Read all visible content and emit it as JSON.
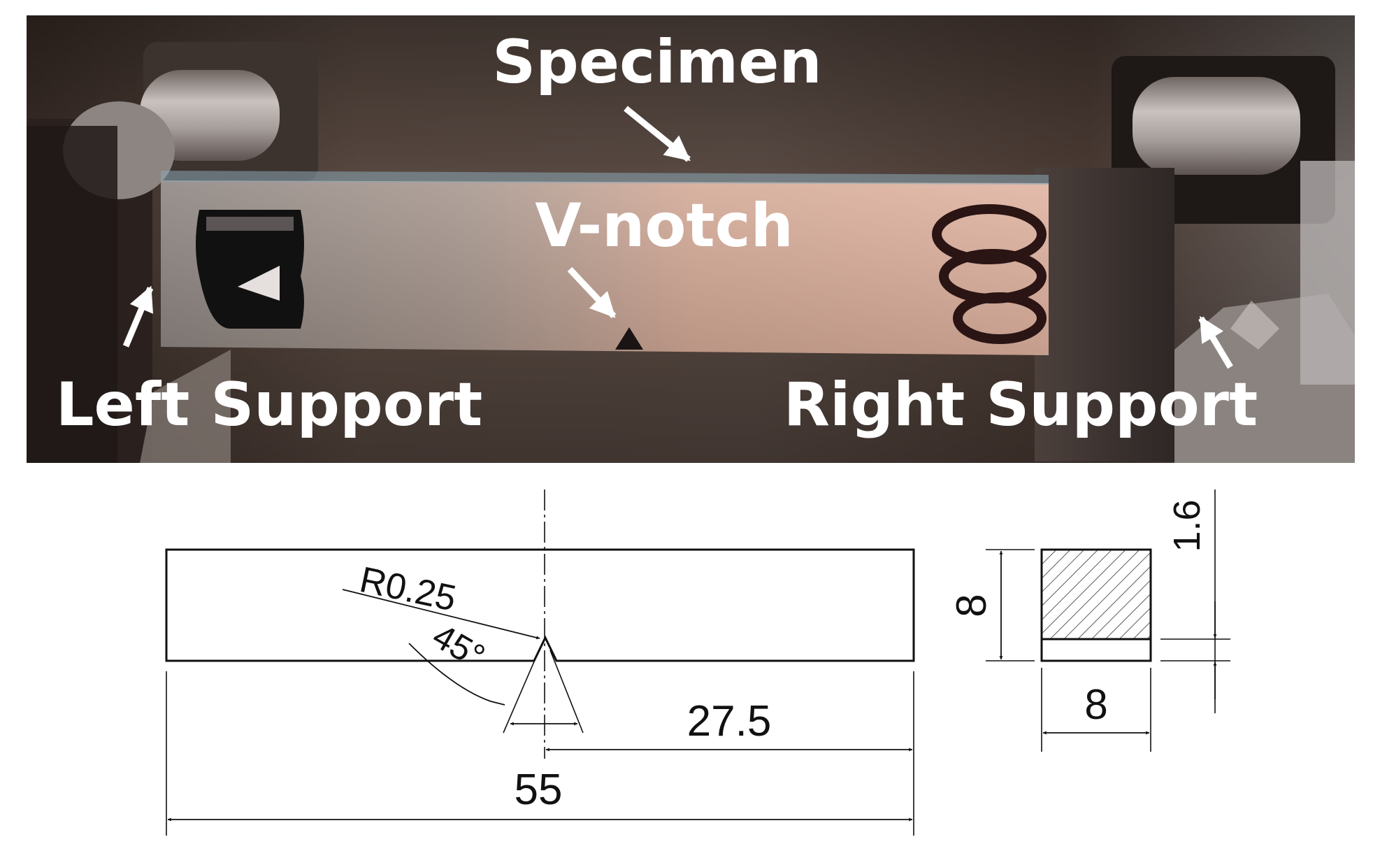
{
  "photo": {
    "labels": {
      "specimen": "Specimen",
      "v_notch": "V-notch",
      "left_support": "Left Support",
      "right_support": "Right Support"
    },
    "colors": {
      "label": "#ffffff",
      "background": "#4a3a32",
      "specimen_left": "#9a8e88",
      "specimen_right": "#d6a895",
      "marker": "#2a1414"
    }
  },
  "drawing": {
    "front_view": {
      "radius_label": "R0.25",
      "angle_label": "45°",
      "half_length_label": "27.5",
      "length_label": "55"
    },
    "section_view": {
      "height_label": "8",
      "width_label": "8",
      "notch_depth_label": "1.6"
    },
    "colors": {
      "line": "#111111",
      "hatch": "#333333"
    }
  }
}
